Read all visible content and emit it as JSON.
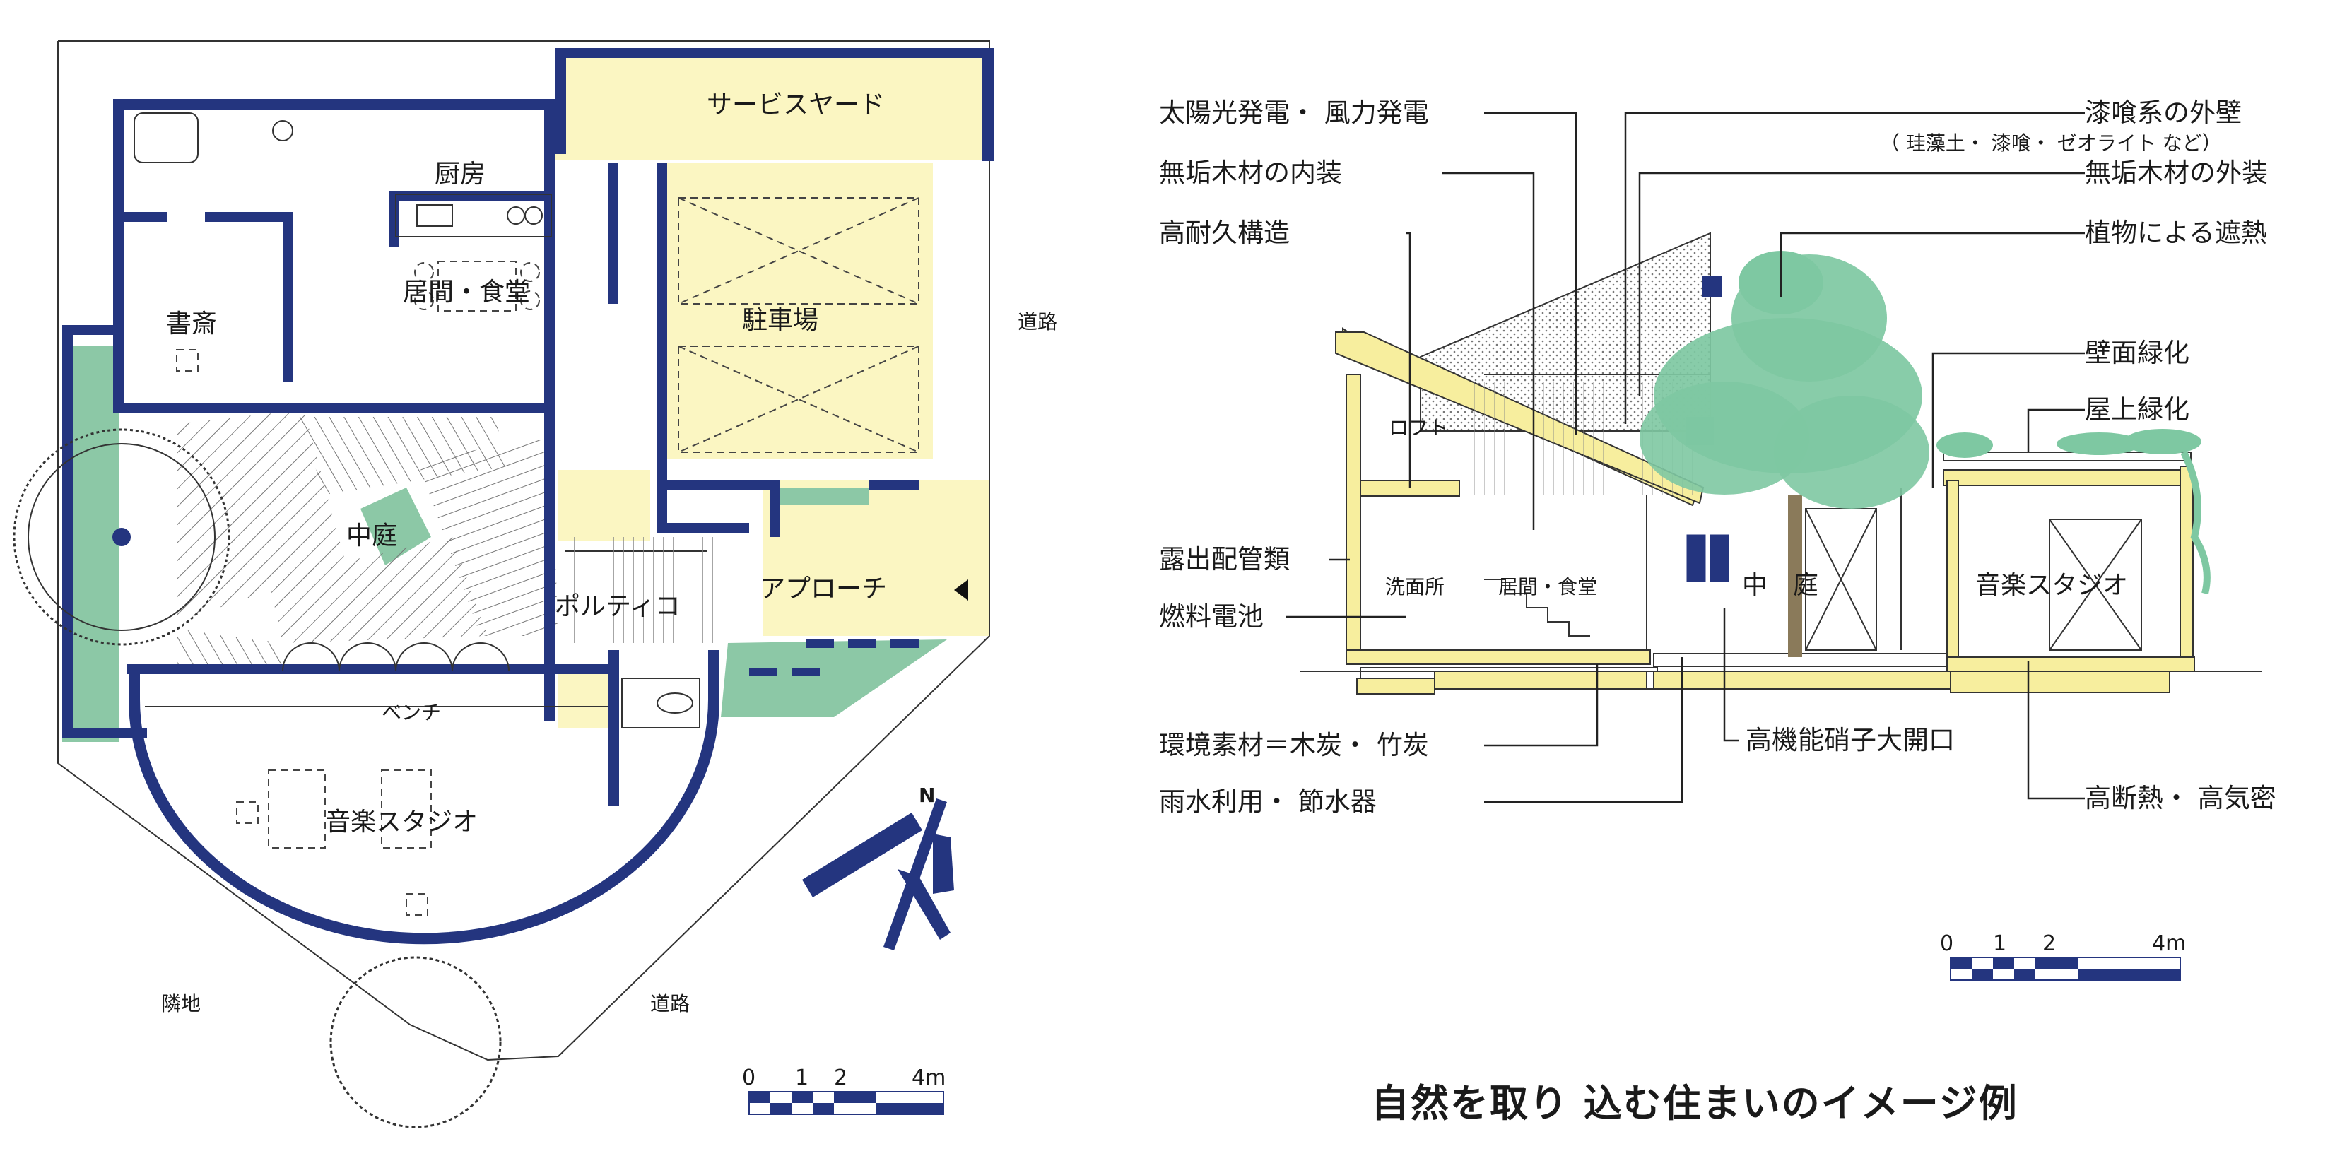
{
  "colors": {
    "wall_navy": "#24357f",
    "service_yellow": "#fbf6c2",
    "garden_green": "#8cc8a6",
    "tree_green": "#7ec8a2",
    "structure_yellow": "#f7ee9e"
  },
  "plan": {
    "rooms": {
      "service_yard": "サービスヤード",
      "kitchen": "厨房",
      "living_dining": "居間・食堂",
      "study": "書斎",
      "parking": "駐車場",
      "courtyard": "中庭",
      "portico": "ポルティコ",
      "approach": "アプローチ",
      "bench": "ベンチ",
      "music_studio": "音楽スタジオ"
    },
    "road_right": "道路",
    "neighbor": "隣地",
    "road_bottom": "道路",
    "north_mark": "N",
    "scale": {
      "zero": "0",
      "one": "1",
      "two": "2",
      "four": "4m"
    }
  },
  "section": {
    "callouts_left": {
      "solar_wind": "太陽光発電・ 風力発電",
      "interior_wood": "無垢木材の内装",
      "durable_structure": "高耐久構造",
      "exposed_piping": "露出配管類",
      "fuel_cell": "燃料電池",
      "eco_materials": "環境素材＝木炭・ 竹炭",
      "rainwater": "雨水利用・ 節水器"
    },
    "callouts_right": {
      "plaster_wall": "漆喰系の外壁",
      "plaster_sub": "（ 珪藻土・ 漆喰・ ゼオライト など）",
      "exterior_wood": "無垢木材の外装",
      "plant_shade": "植物による遮熱",
      "wall_green": "壁面緑化",
      "roof_green": "屋上緑化",
      "glass_opening": "高機能硝子大開口",
      "insulation": "高断熱・ 高気密"
    },
    "rooms": {
      "loft": "ロフト",
      "washroom": "洗面所",
      "living_dining": "居間・食堂",
      "courtyard": "中　庭",
      "music_studio": "音楽スタジオ"
    },
    "scale": {
      "zero": "0",
      "one": "1",
      "two": "2",
      "four": "4m"
    }
  },
  "caption": "自然を取り 込む住まいのイメージ例"
}
